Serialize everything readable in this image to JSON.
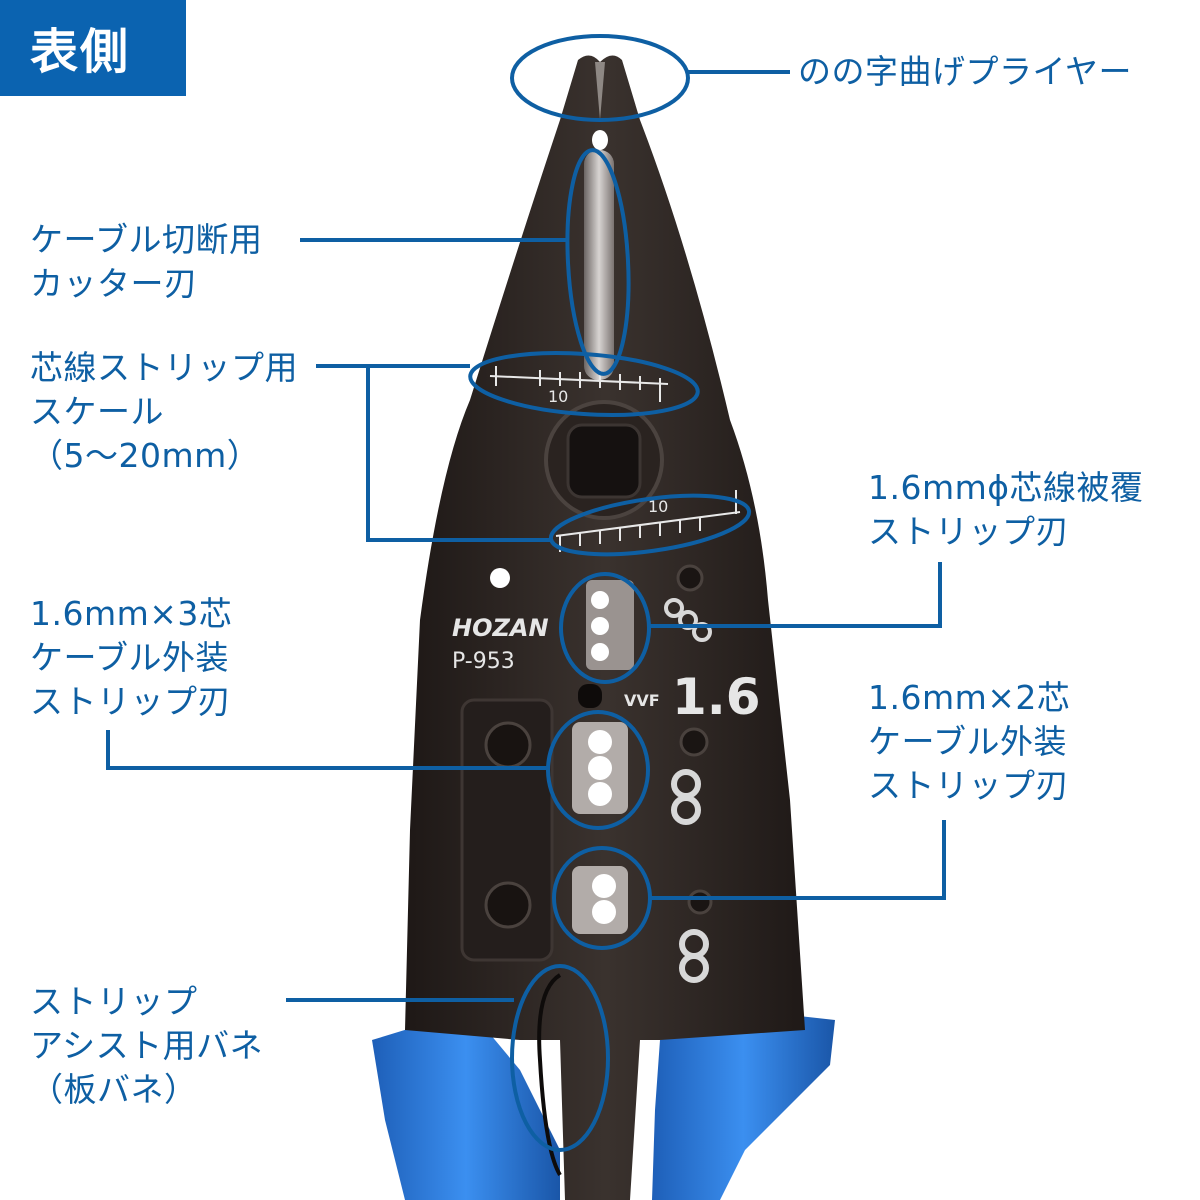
{
  "corner_tag": "表側",
  "product": {
    "brand": "HOZAN",
    "model": "P-953",
    "vvf_prefix": "VVF",
    "vvf_size": "1.6",
    "scale_number_upper": "10",
    "scale_number_lower": "10"
  },
  "callouts": {
    "nose_pliers": [
      "のの字曲げプライヤー"
    ],
    "cutter_blade": [
      "ケーブル切断用",
      "カッター刃"
    ],
    "strip_scale": [
      "芯線ストリップ用",
      "スケール",
      "（5～20mm）"
    ],
    "core_strip_blade": [
      "1.6mmϕ芯線被覆",
      "ストリップ刃"
    ],
    "three_core_blade": [
      "1.6mm×3芯",
      "ケーブル外装",
      "ストリップ刃"
    ],
    "two_core_blade": [
      "1.6mm×2芯",
      "ケーブル外装",
      "ストリップ刃"
    ],
    "assist_spring": [
      "ストリップ",
      "アシスト用バネ",
      "（板バネ）"
    ]
  },
  "colors": {
    "accent": "#0b63b0",
    "callout_line": "#0e5fa3",
    "handle": "#2a7fe0",
    "tool_body": "#2e2724"
  }
}
